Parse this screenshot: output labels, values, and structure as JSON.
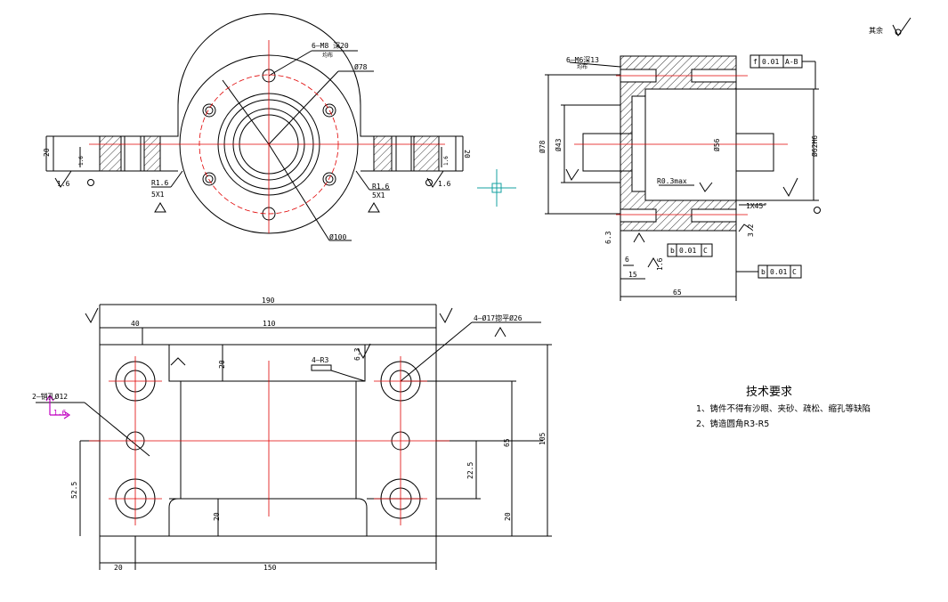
{
  "colors": {
    "outline": "#000000",
    "centerline": "#e00000",
    "marker": "#14a0a0",
    "coord": "#c000c0"
  },
  "corner_note": {
    "text": "其余"
  },
  "top_view": {
    "hole_callout": "6—M8 深20",
    "hole_callout_sub": "均布",
    "pcd": "Ø78",
    "outer_dia": "Ø100",
    "fillet_left": "R1.6",
    "fillet_right": "R1.6",
    "chamfer_left": "5X1",
    "chamfer_right": "5X1",
    "height_left": "20",
    "height_right": "20",
    "rough_left": "1.6",
    "rough_right": "1.6",
    "ra_left": "1.6",
    "ra_right": "1.6"
  },
  "section_view": {
    "thread_callout": "6—M6深13",
    "thread_sub": "均布",
    "dia_78": "Ø78",
    "dia_43": "Ø43",
    "dia_56": "Ø56",
    "dia_62": "Ø62H6",
    "radius": "R0.3max",
    "chamfer": "1X45°",
    "gtol_top": [
      "f",
      "0.01",
      "A-B"
    ],
    "gtol_mid": [
      "b",
      "0.01",
      "C"
    ],
    "gtol_bottom": [
      "b",
      "0.01",
      "C"
    ],
    "rough_63": "6.3",
    "rough_32": "3.2",
    "rough_16": "1.6",
    "dim_6": "6",
    "dim_15": "15",
    "dim_65": "65"
  },
  "front_view": {
    "width_190": "190",
    "width_110": "110",
    "dim_40": "40",
    "counterbore": "4—Ø17锪平Ø26",
    "fillet_note": "4—R3",
    "rough_63": "6.3",
    "dowel_note": "2—销孔Ø12",
    "coord_label": "1.6",
    "dim_20_top": "20",
    "dim_20_left": "20",
    "dim_20_right": "20",
    "dim_525": "52.5",
    "dim_225": "22.5",
    "dim_65": "65",
    "dim_105": "105",
    "dim_150": "150",
    "dim_20_bottom": "20"
  },
  "tech_req": {
    "title": "技术要求",
    "items": [
      "1、铸件不得有沙眼、夹砂、疏松、缩孔等缺陷",
      "2、铸造圆角R3-R5"
    ]
  }
}
